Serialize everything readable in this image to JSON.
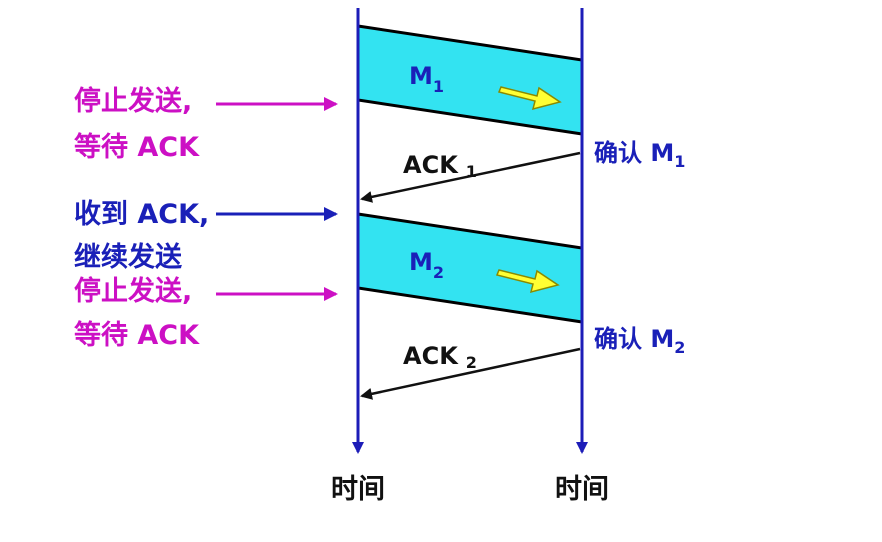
{
  "colors": {
    "timeline": "#1d1db8",
    "frame_fill": "#33e3f1",
    "frame_stroke": "#000000",
    "magenta": "#cc10c4",
    "blue_text": "#1a20b8",
    "ack_line": "#111111",
    "arrow_fill": "#ffff33",
    "arrow_stroke": "#8a8a00"
  },
  "timeline_labels": {
    "left": "时间",
    "right": "时间"
  },
  "frames": [
    {
      "name": "M",
      "sub": "1"
    },
    {
      "name": "M",
      "sub": "2"
    }
  ],
  "acks": [
    {
      "name": "ACK",
      "sub": "1"
    },
    {
      "name": "ACK",
      "sub": "2"
    }
  ],
  "confirms": [
    {
      "text": "确认 M",
      "sub": "1"
    },
    {
      "text": "确认 M",
      "sub": "2"
    }
  ],
  "side_notes": [
    {
      "lines": [
        "停止发送,",
        "等待 ACK"
      ],
      "color": "magenta"
    },
    {
      "lines": [
        "收到 ACK,",
        "继续发送"
      ],
      "color": "blue_text"
    },
    {
      "lines": [
        "停止发送,",
        "等待 ACK"
      ],
      "color": "magenta"
    }
  ]
}
